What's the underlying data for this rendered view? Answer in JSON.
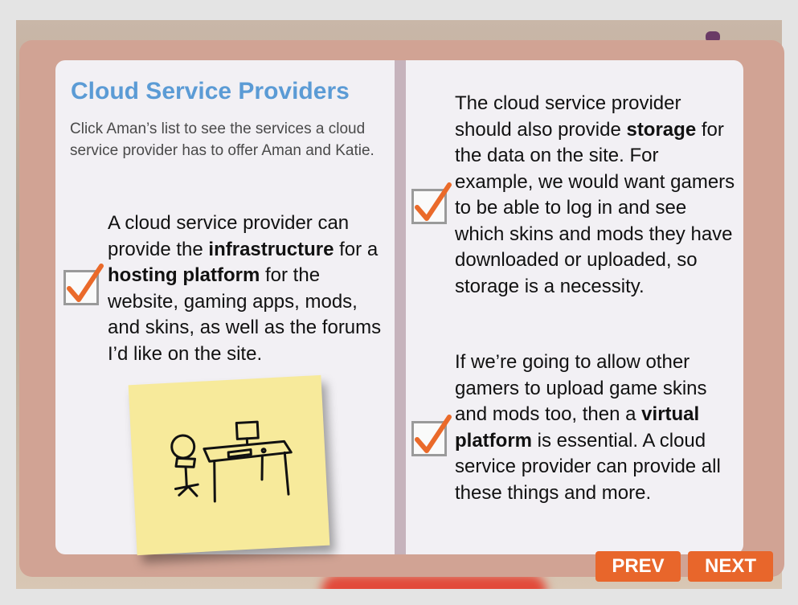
{
  "title": "Cloud Service Providers",
  "intro": "Click Aman’s list to see the services a cloud service provider has to offer Aman and Katie.",
  "item1": {
    "p1": "A cloud service provider can provide the ",
    "b1": "infrastructure",
    "p2": " for a ",
    "b2": "hosting platform",
    "p3": " for the website, gaming apps, mods, and skins, as well as the forums I’d like on the site."
  },
  "item2": {
    "p1": "The cloud service provider should also provide ",
    "b1": "storage",
    "p2": " for the data on the site. For example, we would want gamers to be able to log in and see which skins and mods they have downloaded or uploaded, so storage is a necessity."
  },
  "item3": {
    "p1": "If we’re going to allow other gamers to upload game skins and mods too, then a ",
    "b1": "virtual platform",
    "p2": " is essential. A cloud service provider can provide all these things and more."
  },
  "nav": {
    "prev": "PREV",
    "next": "NEXT"
  },
  "colors": {
    "accent": "#e8662b",
    "title": "#5b9bd5",
    "board": "#d1a394",
    "sticky": "#f7ea9b"
  },
  "icons": {
    "checkbox": "checkmark-icon",
    "sticky_drawing": "desk-chair-computer-sketch"
  }
}
